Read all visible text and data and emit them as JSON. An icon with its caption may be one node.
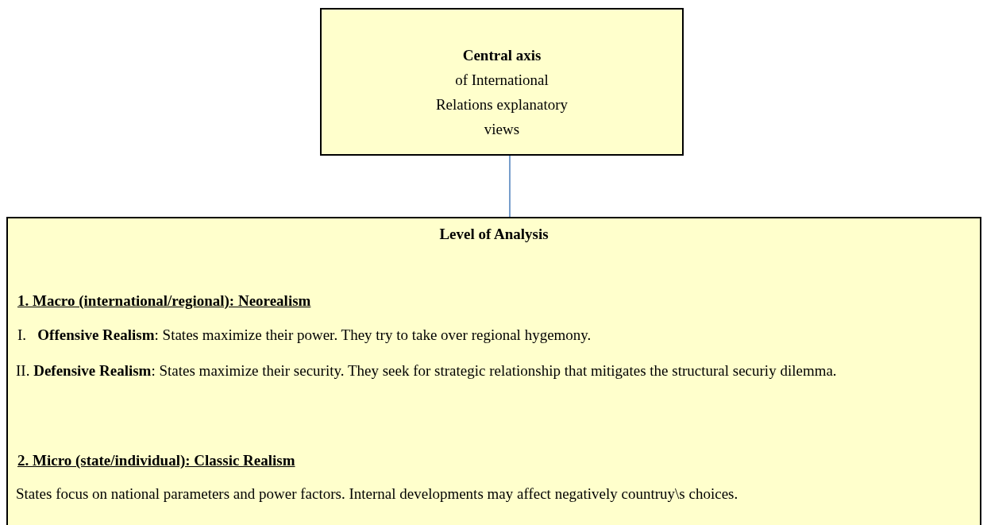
{
  "diagram": {
    "nodes": [
      {
        "text": [
          "Central axis",
          "of International Relations explanatory views"
        ]
      },
      {
        "text": [
          "Level of Analysis",
          "1. Macro (international/regional): Neorealism",
          "I.   **Offensive Realism**: States maximize their power. They try to take over regional hygemony.",
          "II. **Defensive Realism**: States maximize their security. They seek for strategic relationship that mitigates the structural securiy dilemma.",
          "2. Micro (state/individual): Classic Realism",
          "States focus on national parameters and power factors. Internal developments may affect negatively countruy\\s choices."
        ]
      }
    ],
    "edges": [
      {
        "from": 0,
        "to": 1,
        "arrow": "none"
      }
    ]
  }
}
